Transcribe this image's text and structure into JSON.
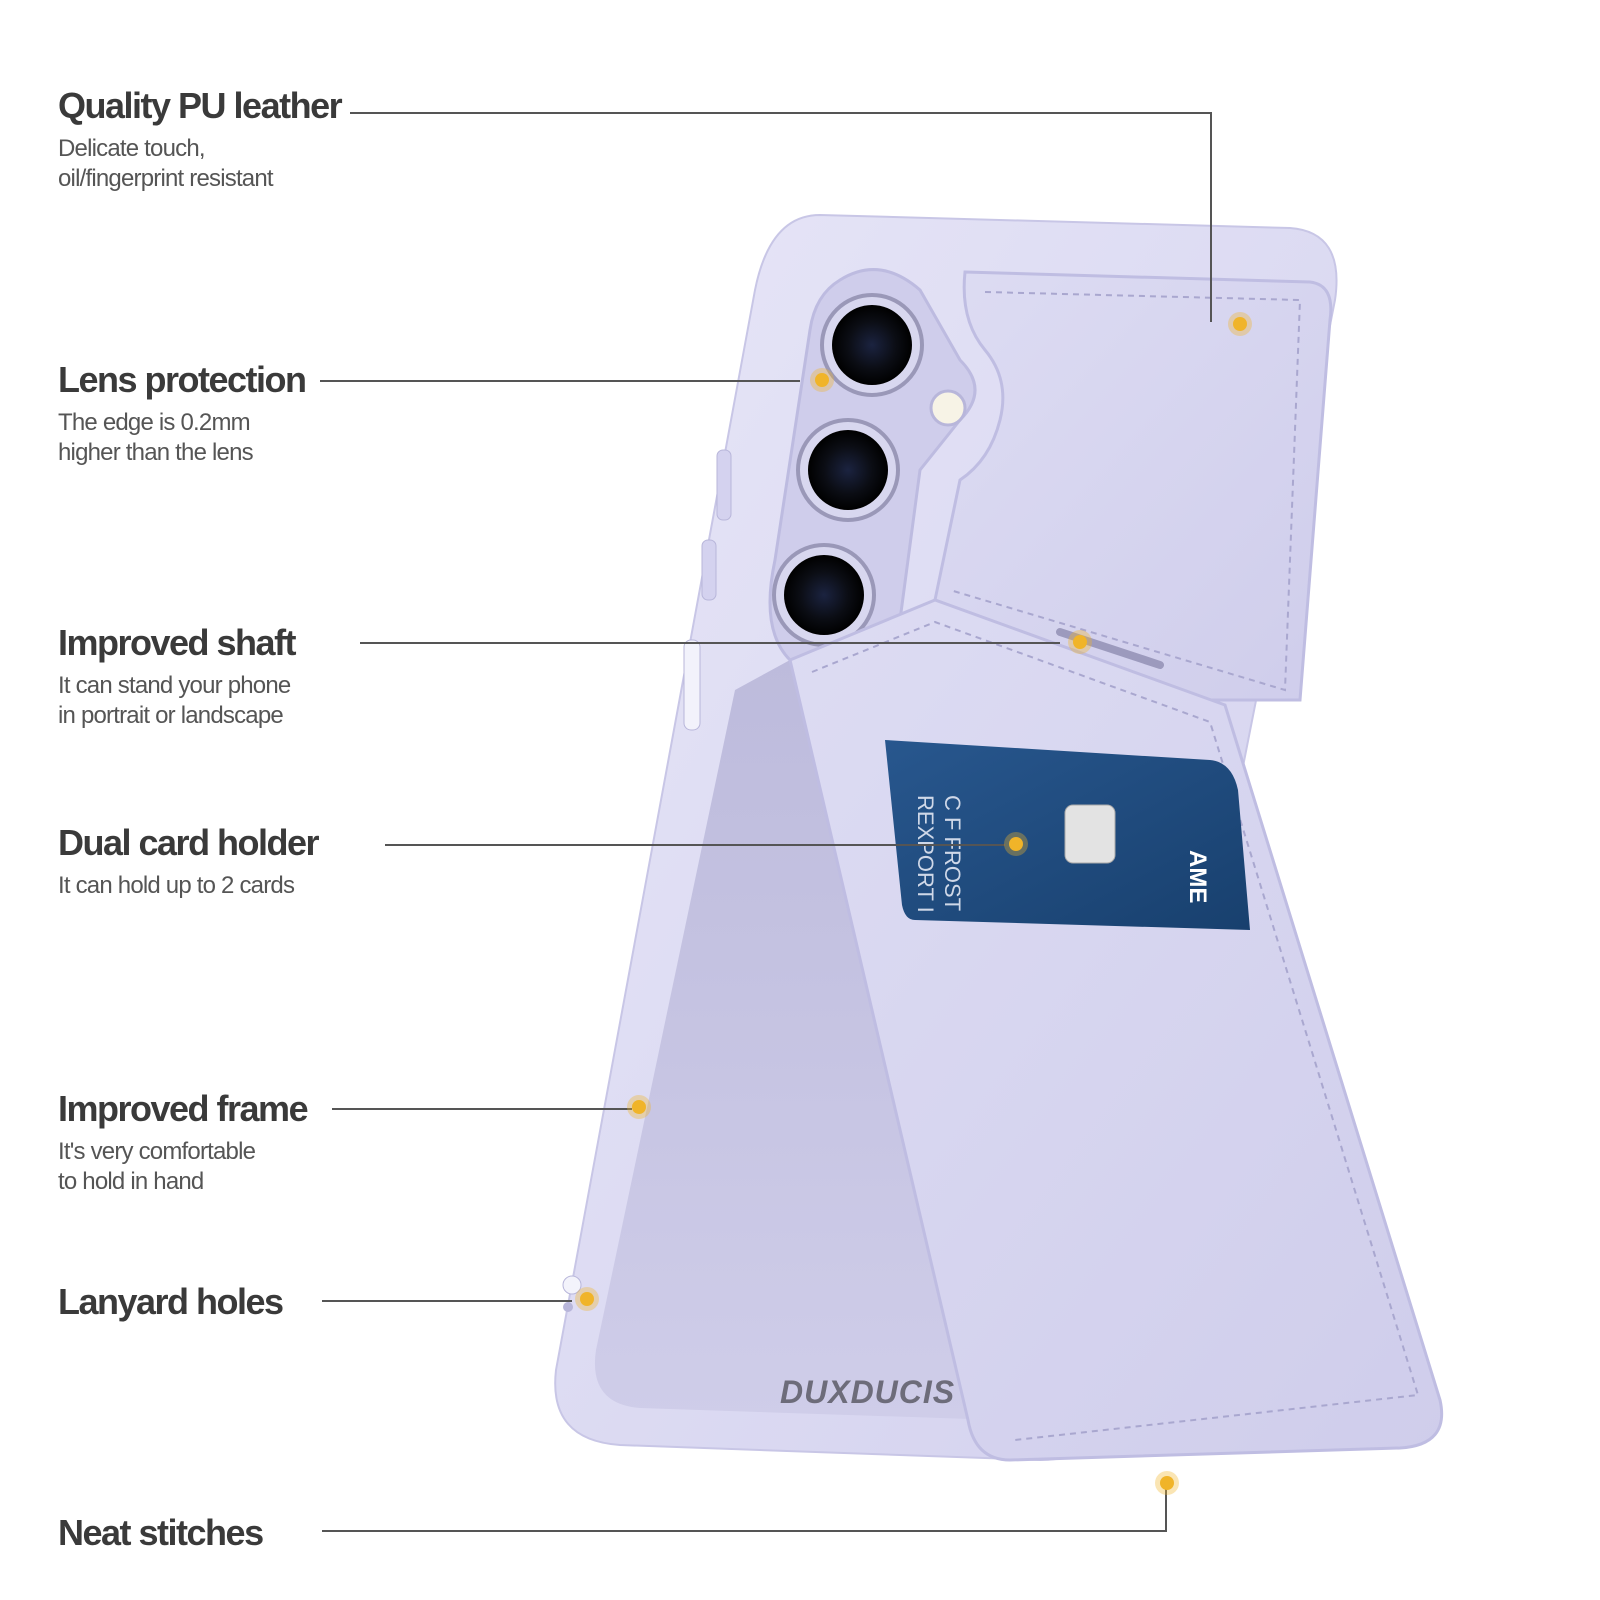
{
  "features": [
    {
      "title": "Quality PU leather",
      "desc_lines": [
        "Delicate touch,",
        "oil/fingerprint resistant"
      ]
    },
    {
      "title": "Lens protection",
      "desc_lines": [
        "The edge is 0.2mm",
        "higher than the lens"
      ]
    },
    {
      "title": "Improved shaft",
      "desc_lines": [
        "It can stand your phone",
        "in portrait or landscape"
      ]
    },
    {
      "title": "Dual card holder",
      "desc_lines": [
        "It can hold up to 2 cards"
      ]
    },
    {
      "title": "Improved frame",
      "desc_lines": [
        "It's very comfortable",
        "to hold in hand"
      ]
    },
    {
      "title": "Lanyard holes",
      "desc_lines": []
    },
    {
      "title": "Neat stitches",
      "desc_lines": []
    }
  ],
  "brand_logo": "DUXDUCIS",
  "card": {
    "name_line1": "C F FROST",
    "name_line2": "REXPORT I",
    "issuer": "AME"
  },
  "colors": {
    "case": "#d9d8f0",
    "case_dark": "#c4c2e4",
    "accent_dot": "#f0b429",
    "card": "#1f4a7c"
  }
}
